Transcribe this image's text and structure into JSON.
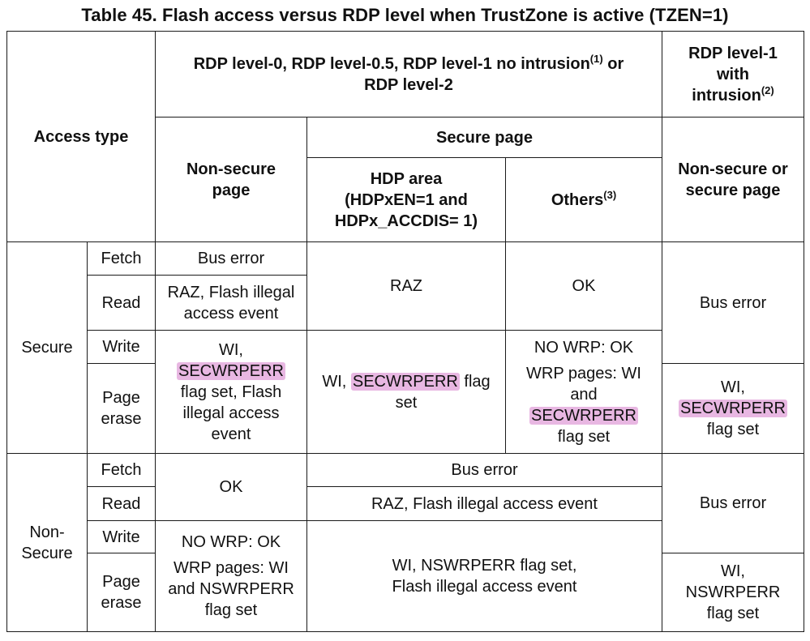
{
  "title": "Table 45. Flash access versus RDP level when TrustZone is active (TZEN=1)",
  "headers": {
    "access_type": "Access type",
    "rdp_group_prefix": "RDP level-0, RDP level-0.5, RDP level-1 no intrusion",
    "rdp_group_sup": "(1)",
    "rdp_group_suffix": " or",
    "rdp_group_line2": "RDP level-2",
    "intrusion_line1": "RDP level-1",
    "intrusion_line2": "with",
    "intrusion_line3": "intrusion",
    "intrusion_sup": "(2)",
    "nonsecure_page_line1": "Non-secure",
    "nonsecure_page_line2": "page",
    "secure_page": "Secure page",
    "hdp_line1": "HDP area",
    "hdp_line2": "(HDPxEN=1 and",
    "hdp_line3": "HDPx_ACCDIS= 1)",
    "others": "Others",
    "others_sup": "(3)",
    "ns_or_s_line1": "Non-secure or",
    "ns_or_s_line2": "secure page"
  },
  "rows": {
    "secure_label": "Secure",
    "nonsecure_label_line1": "Non-",
    "nonsecure_label_line2": "Secure",
    "fetch": "Fetch",
    "read": "Read",
    "write": "Write",
    "page_erase_line1": "Page",
    "page_erase_line2": "erase"
  },
  "cells": {
    "bus_error": "Bus error",
    "raz_flash_line1": "RAZ, Flash illegal",
    "raz_flash_line2": "access event",
    "raz": "RAZ",
    "ok": "OK",
    "wi_prefix": "WI,",
    "secwrperr": "SECWRPERR",
    "flag_set_flash": "flag set, Flash",
    "illegal_access": "illegal access",
    "event": "event",
    "wi_comma": "WI, ",
    "flag": " flag",
    "set": "set",
    "no_wrp_ok": "NO WRP: OK",
    "wrp_pages_wi": "WRP pages: WI",
    "and": "and",
    "flag_set": "flag set",
    "raz_flash_full": "RAZ, Flash illegal access event",
    "wrp_and_nswrperr": "and NSWRPERR",
    "wi_nswrperr_line1": "WI, NSWRPERR flag set,",
    "wi_nswrperr_line2": "Flash illegal access event",
    "nswrperr": "NSWRPERR"
  },
  "colors": {
    "highlight": "#e8b7e2",
    "border": "#1a1a1a"
  }
}
